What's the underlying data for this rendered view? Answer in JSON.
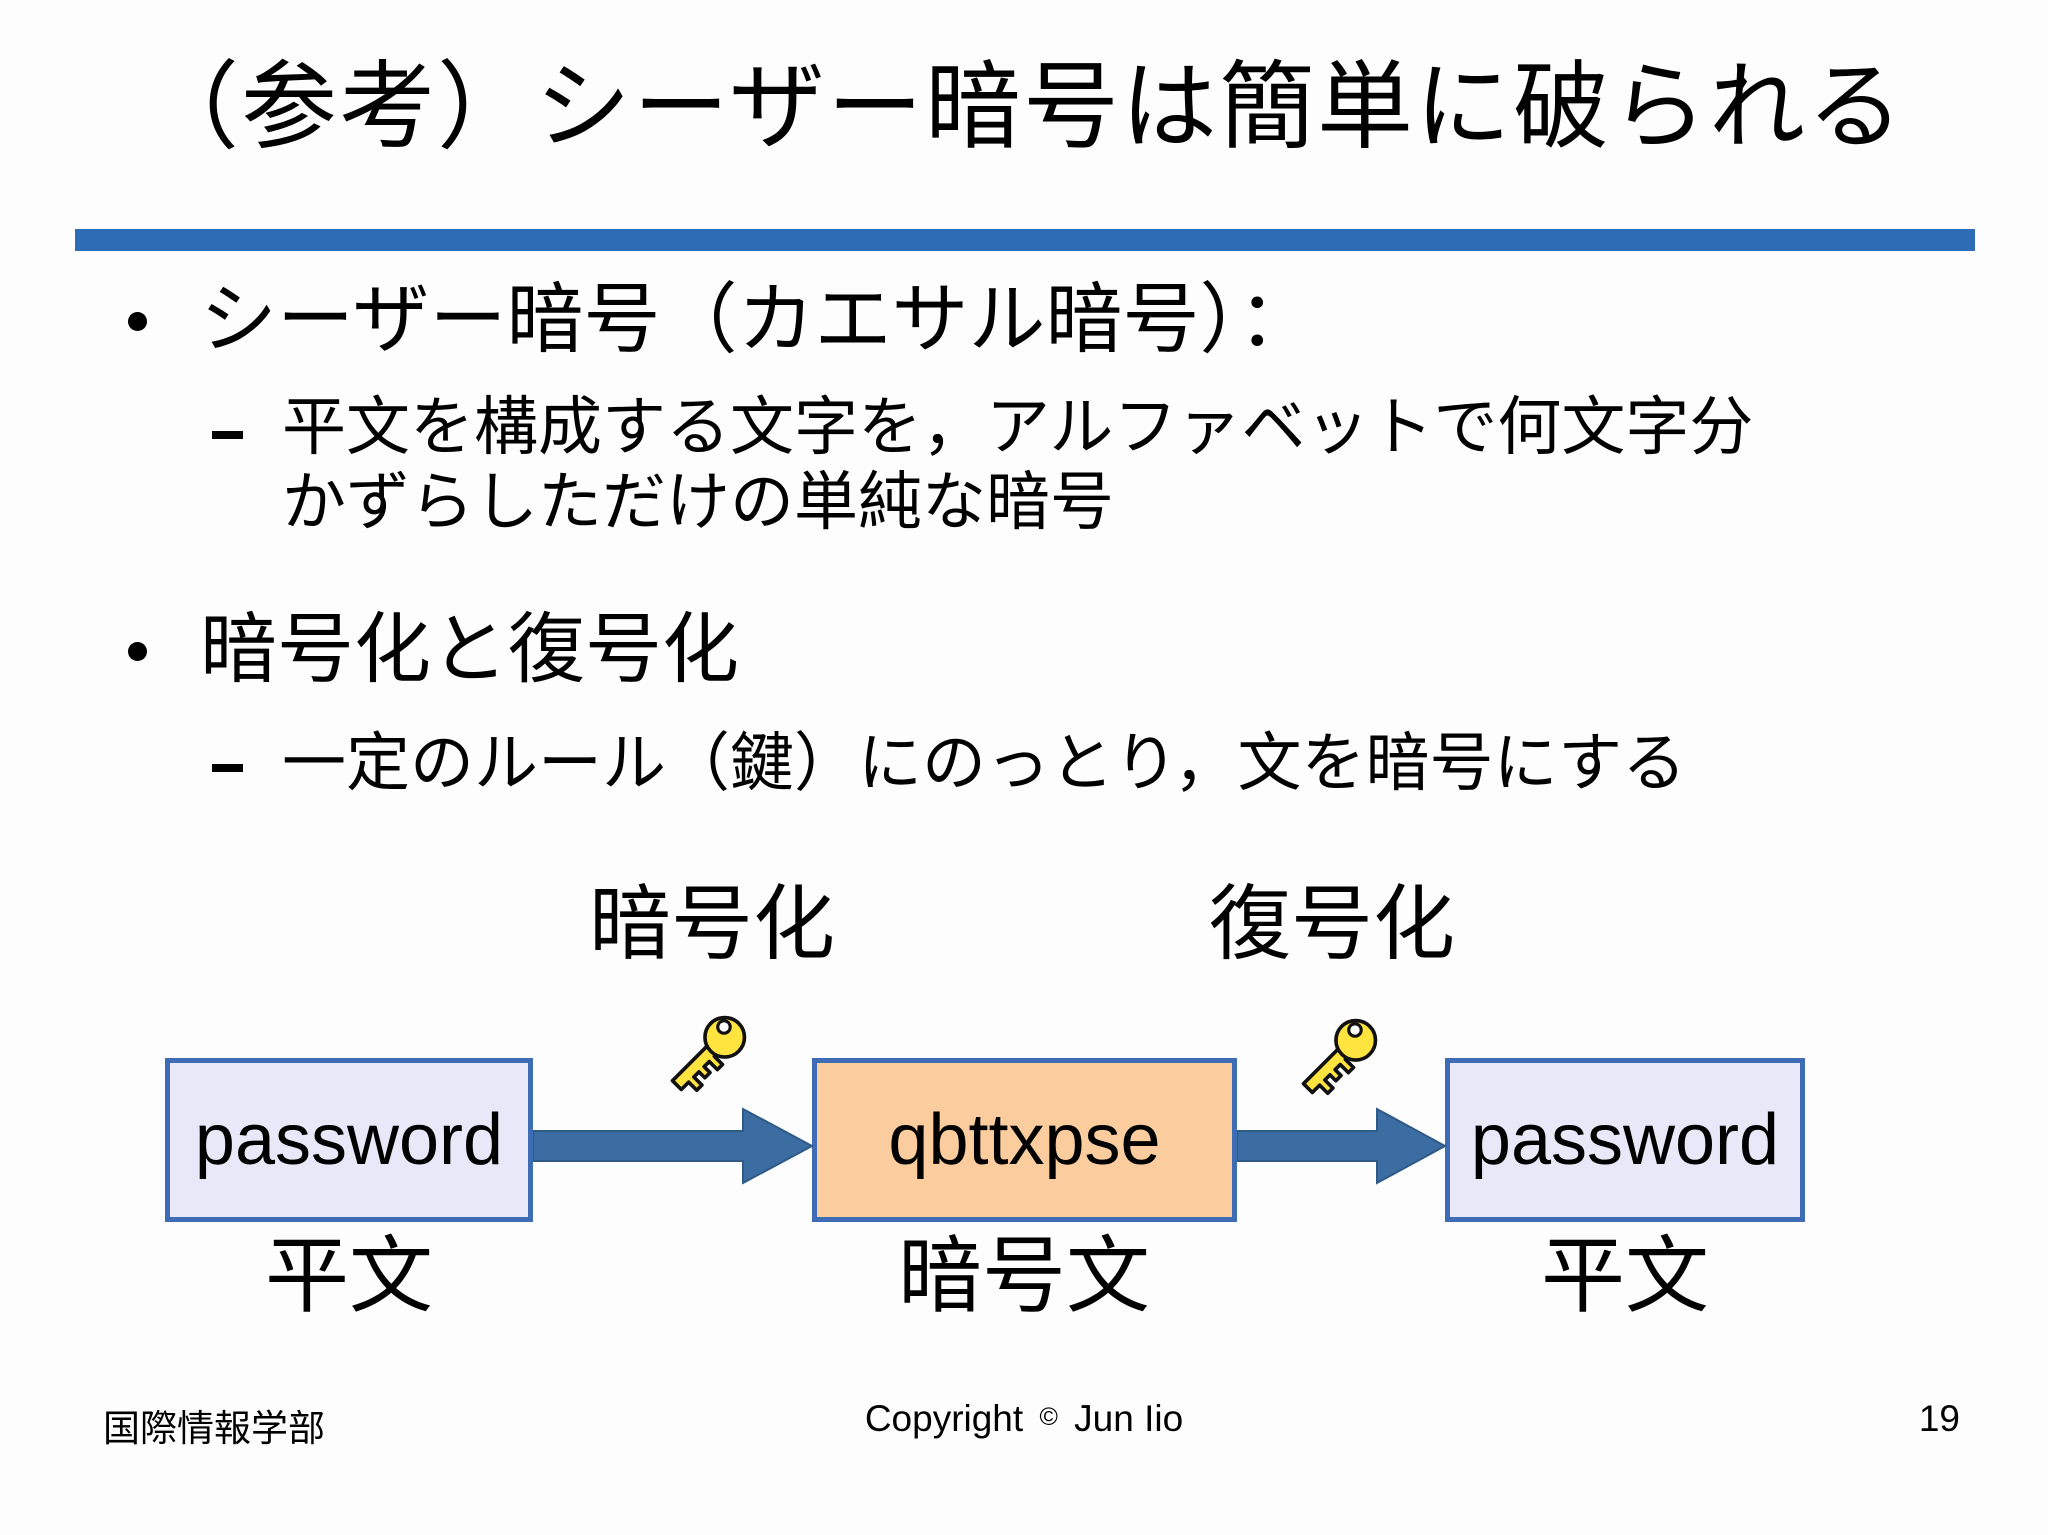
{
  "slide": {
    "title": "（参考）シーザー暗号は簡単に破られる",
    "bullets": [
      {
        "label": "シーザー暗号（カエサル暗号）：",
        "sub_lines": [
          "平文を構成する文字を，アルファベットで何文字分",
          "かずらしただけの単純な暗号"
        ]
      },
      {
        "label": "暗号化と復号化",
        "sub_lines": [
          "一定のルール（鍵）にのっとり，文を暗号にする"
        ]
      }
    ]
  },
  "diagram": {
    "encrypt_label": "暗号化",
    "decrypt_label": "復号化",
    "key_icon": "key-icon",
    "boxes": [
      {
        "text": "password",
        "caption": "平文"
      },
      {
        "text": "qbttxpse",
        "caption": "暗号文"
      },
      {
        "text": "password",
        "caption": "平文"
      }
    ]
  },
  "footer": {
    "department": "国際情報学部",
    "copyright_prefix": "Copyright",
    "copyright_symbol": "©",
    "copyright_author": "Jun Iio",
    "page_number": "19"
  },
  "colors": {
    "accent_rule": "#2E6CB5",
    "arrow_fill": "#3B6DA3",
    "box_border": "#3E6CB5",
    "plaintext_fill": "#E8E8F8",
    "ciphertext_fill": "#FBCD9E",
    "key_yellow": "#FFE33E"
  }
}
